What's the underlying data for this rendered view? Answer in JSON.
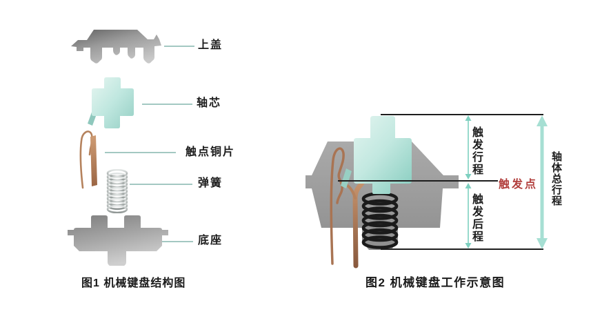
{
  "figure1": {
    "caption": "图1 机械键盘结构图",
    "parts": [
      {
        "id": "top-cover",
        "label": "上盖"
      },
      {
        "id": "stem",
        "label": "轴芯"
      },
      {
        "id": "contact-leaf",
        "label": "触点铜片"
      },
      {
        "id": "spring",
        "label": "弹簧"
      },
      {
        "id": "base",
        "label": "底座"
      }
    ]
  },
  "figure2": {
    "caption": "图2 机械键盘工作示意图",
    "annotations": {
      "pre_travel": "触发行程",
      "trigger_point": "触发点",
      "post_travel": "触发后程",
      "total_travel": "轴体总行程"
    }
  },
  "colors": {
    "stem_teal": "#a9dccf",
    "housing_gray": "#9d9d9d",
    "copper": "#b5825d",
    "dimension_teal_thin": "#7ed0c0",
    "dimension_teal_thick": "#a6dfd3",
    "trigger_point_red": "#b23f3d",
    "line_black": "#1d1d1d",
    "leader_teal": "#a3c8c2"
  }
}
